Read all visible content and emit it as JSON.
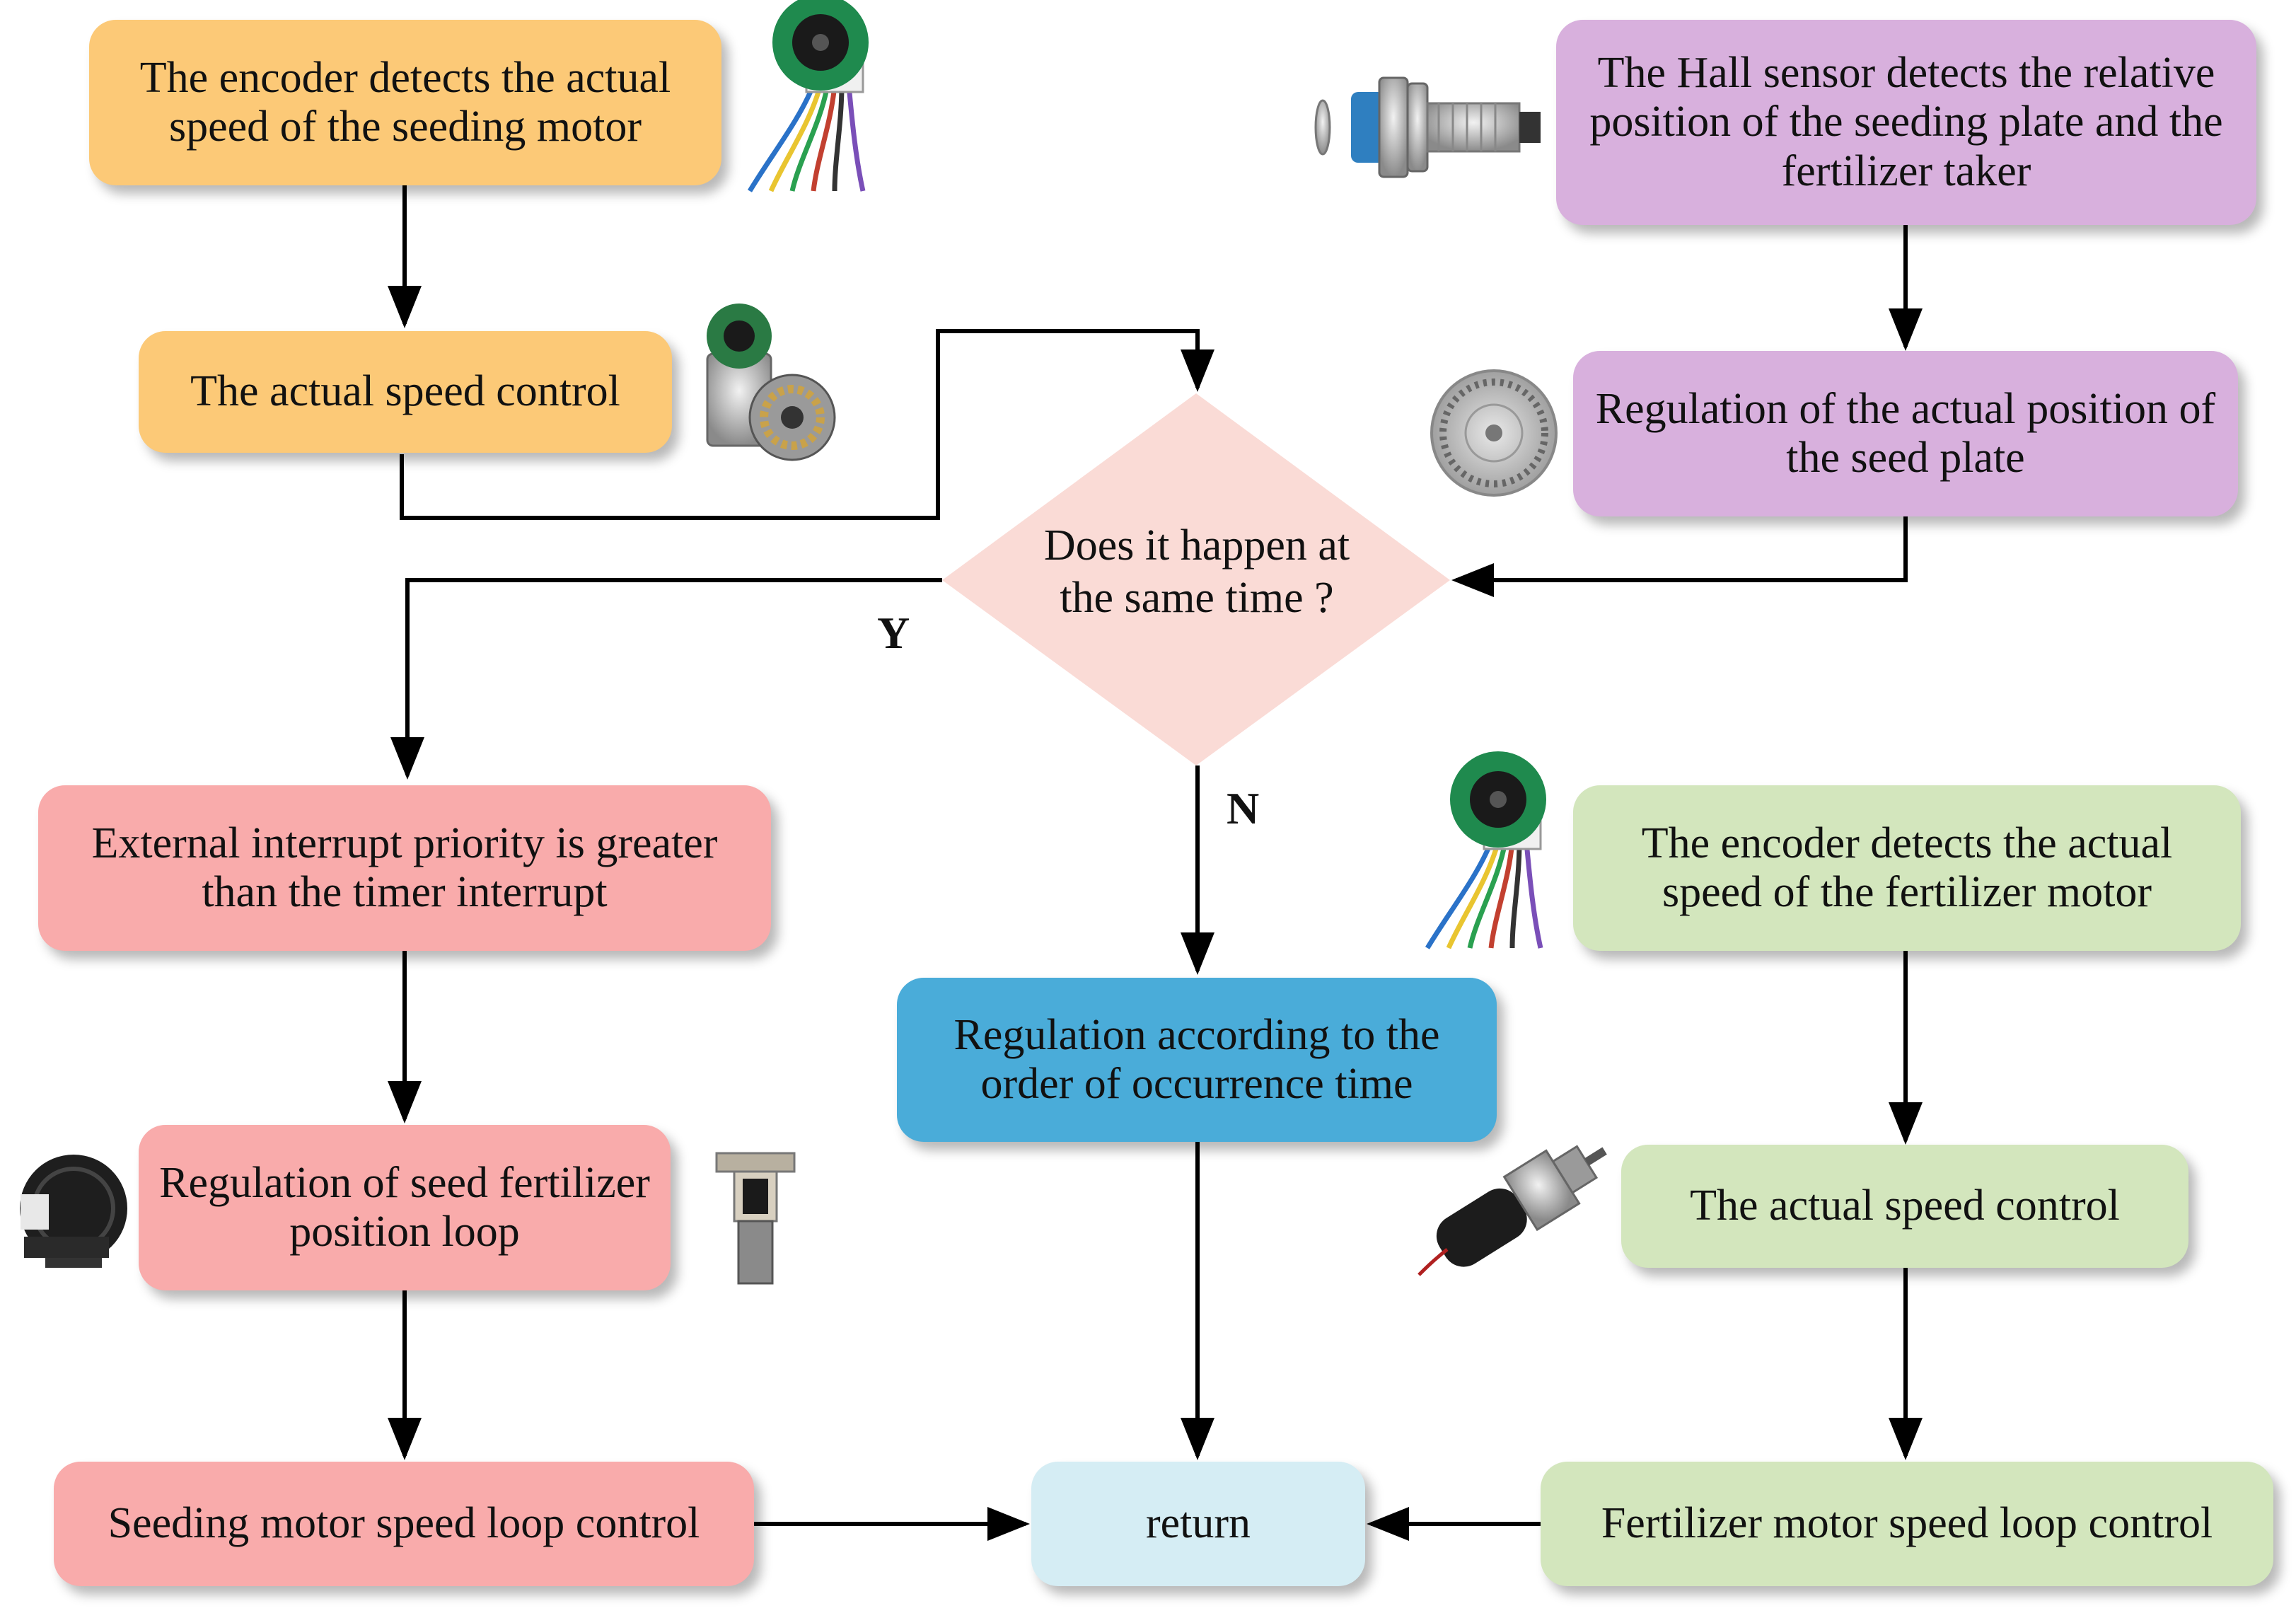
{
  "nodes": {
    "encoder_seed": "The encoder detects the actual speed of the seeding motor",
    "speed_control_left": "The actual speed control",
    "hall_sensor": "The Hall sensor detects the relative position of the seeding plate and the fertilizer taker",
    "seed_plate_regulation": "Regulation of the actual position of the seed plate",
    "decision": "Does it happen at the same time ?",
    "interrupt_priority": "External interrupt priority is greater than the timer interrupt",
    "encoder_fert": "The encoder detects the actual speed of the fertilizer motor",
    "order_regulation": "Regulation according to the order of occurrence time",
    "position_loop": "Regulation of seed fertilizer position loop",
    "speed_control_right": "The actual speed control",
    "seed_speed_loop": "Seeding motor speed loop control",
    "return": "return",
    "fert_speed_loop": "Fertilizer motor speed loop control"
  },
  "edge_labels": {
    "yes": "Y",
    "no": "N"
  },
  "colors": {
    "orange": "#fcc977",
    "purple": "#d8b0dd",
    "red": "#f9abab",
    "green": "#d3e6bd",
    "blue": "#4aacd9",
    "light_blue": "#d5edf4",
    "decision": "#fadbd6"
  },
  "icons": [
    "encoder-icon",
    "gear-motor-icon",
    "hall-sensor-icon",
    "seed-plate-icon",
    "seed-meter-icon",
    "fertilizer-taker-icon",
    "worm-gear-motor-icon"
  ]
}
